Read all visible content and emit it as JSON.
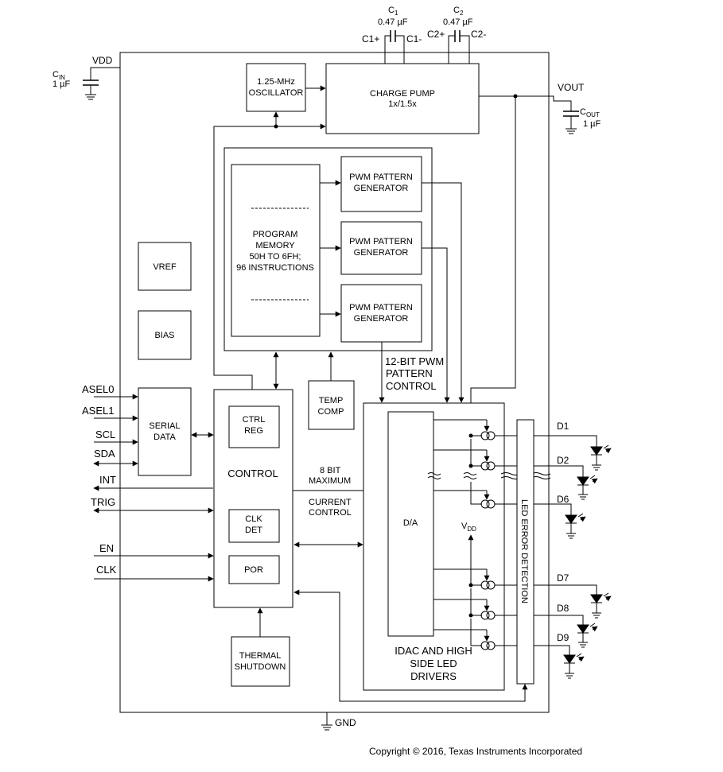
{
  "pins": {
    "vdd": "VDD",
    "asel0": "ASEL0",
    "asel1": "ASEL1",
    "scl": "SCL",
    "sda": "SDA",
    "int": "INT",
    "trig": "TRIG",
    "en": "EN",
    "clk": "CLK",
    "gnd": "GND",
    "vout": "VOUT"
  },
  "caps": {
    "cin_base": "C",
    "cin_sub": "IN",
    "cin_val": "1 µF",
    "c1_base": "C",
    "c1_sub": "1",
    "c1_val": "0.47 µF",
    "c1_plus": "C1+",
    "c1_minus": "C1-",
    "c2_base": "C",
    "c2_sub": "2",
    "c2_val": "0.47 µF",
    "c2_plus": "C2+",
    "c2_minus": "C2-",
    "cout_base": "C",
    "cout_sub": "OUT",
    "cout_val": "1 µF"
  },
  "blocks": {
    "oscillator": [
      "1.25-MHz",
      "OSCILLATOR"
    ],
    "charge_pump": [
      "CHARGE PUMP",
      "1x/1.5x"
    ],
    "program_memory": [
      "PROGRAM",
      "MEMORY",
      "50H TO 6FH;",
      "96 INSTRUCTIONS"
    ],
    "pwm_gen": [
      "PWM PATTERN",
      "GENERATOR"
    ],
    "vref": "VREF",
    "bias": "BIAS",
    "serial_data": [
      "SERIAL",
      "DATA"
    ],
    "control": "CONTROL",
    "ctrl_reg": [
      "CTRL",
      "REG"
    ],
    "clk_det": [
      "CLK",
      "DET"
    ],
    "por": "POR",
    "temp_comp": [
      "TEMP",
      "COMP"
    ],
    "thermal_shutdown": [
      "THERMAL",
      "SHUTDOWN"
    ],
    "da": "D/A",
    "idac": [
      "IDAC AND HIGH",
      "SIDE  LED",
      "DRIVERS"
    ],
    "led_error": "LED ERROR DETECTION"
  },
  "labels": {
    "pwm_control": [
      "12-BIT PWM",
      "PATTERN",
      "CONTROL"
    ],
    "max_current": [
      "8 BIT",
      "MAXIMUM"
    ],
    "current_control": [
      "CURRENT",
      "CONTROL"
    ],
    "vdd_internal_base": "V",
    "vdd_internal_sub": "DD"
  },
  "leds": [
    "D1",
    "D2",
    "D6",
    "D7",
    "D8",
    "D9"
  ],
  "copyright": "Copyright © 2016, Texas Instruments Incorporated"
}
